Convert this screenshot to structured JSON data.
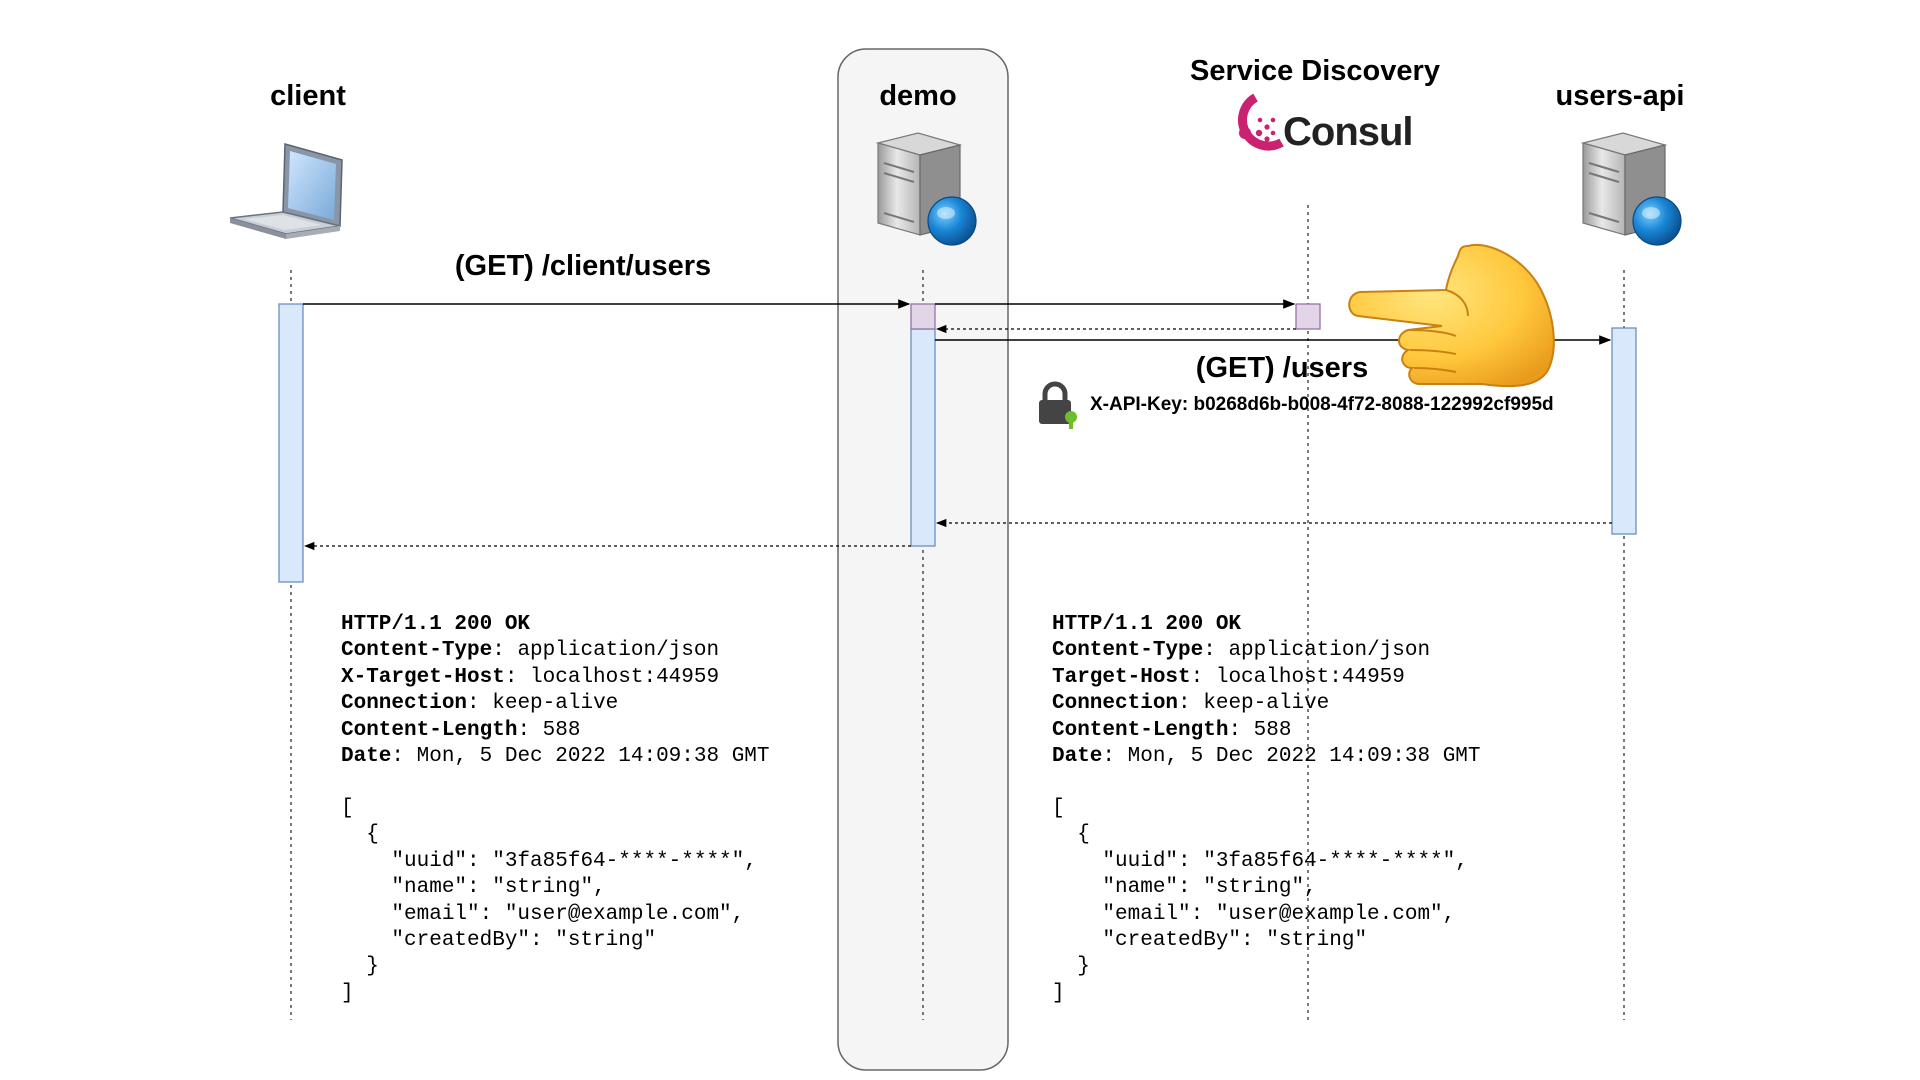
{
  "actors": {
    "client": "client",
    "demo": "demo",
    "service_discovery": "Service Discovery",
    "users_api": "users-api"
  },
  "consul": {
    "logo_text": "Consul",
    "brand_color": "#ca2171"
  },
  "messages": {
    "client_request": "(GET) /client/users",
    "api_request": "(GET) /users",
    "api_key_header": "X-API-Key: b0268d6b-b008-4f72-8088-122992cf995d"
  },
  "client_response": {
    "status": "HTTP/1.1 200 OK",
    "headers": [
      {
        "key": "Content-Type",
        "value": "application/json"
      },
      {
        "key": "X-Target-Host",
        "value": "localhost:44959"
      },
      {
        "key": "Connection",
        "value": "keep-alive"
      },
      {
        "key": "Content-Length",
        "value": "588"
      },
      {
        "key": "Date",
        "value": "Mon, 5 Dec 2022 14:09:38 GMT"
      }
    ],
    "body": "[\n  {\n    \"uuid\": \"3fa85f64-****-****\",\n    \"name\": \"string\",\n    \"email\": \"user@example.com\",\n    \"createdBy\": \"string\"\n  }\n]"
  },
  "api_response": {
    "status": "HTTP/1.1 200 OK",
    "headers": [
      {
        "key": "Content-Type",
        "value": "application/json"
      },
      {
        "key": "Target-Host",
        "value": "localhost:44959"
      },
      {
        "key": "Connection",
        "value": "keep-alive"
      },
      {
        "key": "Content-Length",
        "value": "588"
      },
      {
        "key": "Date",
        "value": "Mon, 5 Dec 2022 14:09:38 GMT"
      }
    ],
    "body": "[\n  {\n    \"uuid\": \"3fa85f64-****-****\",\n    \"name\": \"string\",\n    \"email\": \"user@example.com\",\n    \"createdBy\": \"string\"\n  }\n]"
  },
  "icons": {
    "client": "laptop-icon",
    "demo": "server-globe-icon",
    "users_api": "server-globe-icon",
    "consul": "consul-logo-icon",
    "pointer": "pointing-hand-icon",
    "lock": "lock-icon"
  },
  "colors": {
    "activation_fill": "#dae8fc",
    "activation_stroke": "#6c8ebf",
    "discovery_box_fill": "#e1d5e7",
    "discovery_box_stroke": "#9673a6",
    "demo_group_fill": "#f5f5f5",
    "demo_group_stroke": "#666666"
  }
}
